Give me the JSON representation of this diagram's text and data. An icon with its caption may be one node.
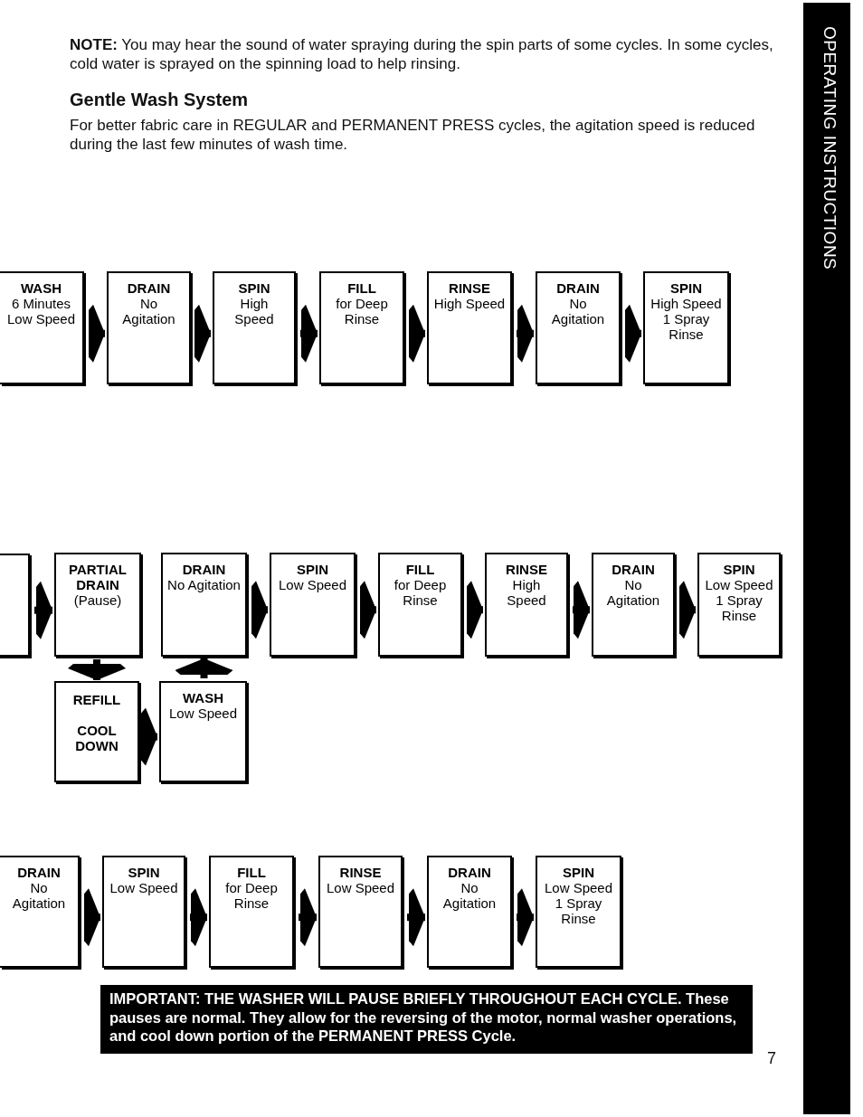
{
  "diagram": {
    "nodes": [
      {
        "text": [
          "WASH",
          "6 Minutes Low Speed"
        ]
      },
      {
        "text": [
          "DRAIN",
          "No Agitation"
        ]
      },
      {
        "text": [
          "SPIN",
          "High Speed"
        ]
      },
      {
        "text": [
          "FILL",
          "for Deep Rinse"
        ]
      },
      {
        "text": [
          "RINSE",
          "High Speed"
        ]
      },
      {
        "text": [
          "DRAIN",
          "No Agitation"
        ]
      },
      {
        "text": [
          "SPIN",
          "High Speed 1 Spray Rinse"
        ]
      },
      {
        "text": [],
        "shape": "box"
      },
      {
        "text": [
          "PARTIAL DRAIN",
          "(Pause)"
        ]
      },
      {
        "text": [
          "DRAIN",
          "No Agitation"
        ]
      },
      {
        "text": [
          "SPIN",
          "Low Speed"
        ]
      },
      {
        "text": [
          "FILL",
          "for Deep Rinse"
        ]
      },
      {
        "text": [
          "RINSE",
          "High Speed"
        ]
      },
      {
        "text": [
          "DRAIN",
          "No Agitation"
        ]
      },
      {
        "text": [
          "SPIN",
          "Low Speed 1 Spray Rinse"
        ]
      },
      {
        "text": [
          "REFILL",
          "COOL DOWN"
        ]
      },
      {
        "text": [
          "WASH",
          "Low Speed"
        ]
      },
      {
        "text": [
          "DRAIN",
          "No Agitation"
        ]
      },
      {
        "text": [
          "SPIN",
          "Low Speed"
        ]
      },
      {
        "text": [
          "FILL",
          "for Deep Rinse"
        ]
      },
      {
        "text": [
          "RINSE",
          "Low Speed"
        ]
      },
      {
        "text": [
          "DRAIN",
          "No Agitation"
        ]
      },
      {
        "text": [
          "SPIN",
          "Low Speed 1 Spray Rinse"
        ]
      }
    ],
    "edges": [
      {
        "from": 0,
        "to": 1,
        "arrow": "to"
      },
      {
        "from": 1,
        "to": 2,
        "arrow": "to"
      },
      {
        "from": 2,
        "to": 3,
        "arrow": "to"
      },
      {
        "from": 3,
        "to": 4,
        "arrow": "to"
      },
      {
        "from": 4,
        "to": 5,
        "arrow": "to"
      },
      {
        "from": 5,
        "to": 6,
        "arrow": "to"
      },
      {
        "from": 7,
        "to": 8,
        "arrow": "to"
      },
      {
        "from": 8,
        "to": 15,
        "arrow": "to"
      },
      {
        "from": 15,
        "to": 16,
        "arrow": "to"
      },
      {
        "from": 16,
        "to": 9,
        "arrow": "to"
      },
      {
        "from": 9,
        "to": 10,
        "arrow": "to"
      },
      {
        "from": 10,
        "to": 11,
        "arrow": "to"
      },
      {
        "from": 11,
        "to": 12,
        "arrow": "to"
      },
      {
        "from": 12,
        "to": 13,
        "arrow": "to"
      },
      {
        "from": 13,
        "to": 14,
        "arrow": "to"
      },
      {
        "from": 17,
        "to": 18,
        "arrow": "to"
      },
      {
        "from": 18,
        "to": 19,
        "arrow": "to"
      },
      {
        "from": 19,
        "to": 20,
        "arrow": "to"
      },
      {
        "from": 20,
        "to": 21,
        "arrow": "to"
      },
      {
        "from": 21,
        "to": 22,
        "arrow": "to"
      }
    ],
    "labels": [
      "**NOTE:** You may hear the sound of water spraying during the spin parts of some cycles. In some cycles, cold water is sprayed on the spinning load to help rinsing.",
      "Gentle Wash System",
      "For better fabric care in REGULAR and PERMANENT PRESS cycles, the agitation speed is reduced during the last few minutes of wash time.",
      "IMPORTANT: THE WASHER WILL PAUSE BRIEFLY THROUGHOUT EACH CYCLE. These pauses are normal. They allow for the reversing of the motor, normal washer operations, and cool down portion of the PERMANENT PRESS Cycle.",
      "7",
      "OPERATING INSTRUCTIONS"
    ]
  }
}
